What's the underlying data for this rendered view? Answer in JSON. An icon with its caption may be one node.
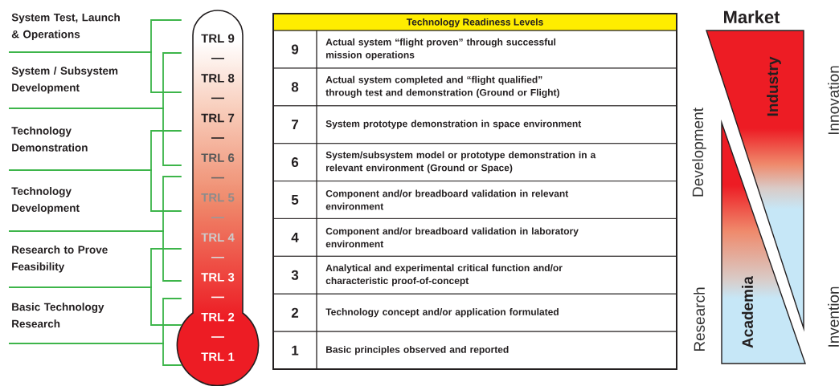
{
  "diagram": {
    "nodes": [
      {
        "text": [
          "System Test, Launch & Operations"
        ]
      },
      {
        "text": [
          "System / Subsystem Development"
        ]
      },
      {
        "text": [
          "Technology Demonstration"
        ]
      },
      {
        "text": [
          "Technology Development"
        ]
      },
      {
        "text": [
          "Research to Prove Feasibility"
        ]
      },
      {
        "text": [
          "Basic Technology Research"
        ]
      },
      {
        "text": [],
        "shape": "thermometer"
      },
      {
        "text": [
          "TRL 9"
        ],
        "in": 6
      },
      {
        "text": [
          "TRL 8"
        ],
        "in": 6
      },
      {
        "text": [
          "TRL 7"
        ],
        "in": 6
      },
      {
        "text": [
          "TRL 6"
        ],
        "in": 6
      },
      {
        "text": [
          "TRL 5"
        ],
        "in": 6
      },
      {
        "text": [
          "TRL 4"
        ],
        "in": 6
      },
      {
        "text": [
          "TRL 3"
        ],
        "in": 6
      },
      {
        "text": [
          "TRL 2"
        ],
        "in": 6
      },
      {
        "text": [
          "TRL 1"
        ],
        "in": 6
      },
      {
        "text": [
          "Industry"
        ]
      },
      {
        "text": [
          "Academia"
        ]
      }
    ],
    "edges": [
      {
        "from": 0,
        "to": 7,
        "arrow": "none"
      },
      {
        "from": 0,
        "to": 8,
        "arrow": "none"
      },
      {
        "from": 1,
        "to": 7,
        "arrow": "none"
      },
      {
        "from": 1,
        "to": 10,
        "arrow": "none"
      },
      {
        "from": 2,
        "to": 9,
        "arrow": "none"
      },
      {
        "from": 2,
        "to": 11,
        "arrow": "none"
      },
      {
        "from": 3,
        "to": 10,
        "arrow": "none"
      },
      {
        "from": 3,
        "to": 13,
        "arrow": "none"
      },
      {
        "from": 4,
        "to": 12,
        "arrow": "none"
      },
      {
        "from": 4,
        "to": 14,
        "arrow": "none"
      },
      {
        "from": 5,
        "to": 14,
        "arrow": "none"
      },
      {
        "from": 5,
        "to": 15,
        "arrow": "none"
      }
    ],
    "labels": [
      "Technology Readiness Levels",
      "9",
      "Actual system “flight proven” through successful mission operations",
      "8",
      "Actual system completed and “flight qualified” through test and demonstration (Ground or Flight)",
      "7",
      "System prototype demonstration in space environment",
      "6",
      "System/subsystem model or prototype demonstration in a relevant environment (Ground or Space)",
      "5",
      "Component and/or breadboard validation in relevant environment",
      "4",
      "Component and/or breadboard validation in laboratory environment",
      "3",
      "Analytical and experimental critical function and/or characteristic proof-of-concept",
      "2",
      "Technology concept and/or application formulated",
      "1",
      "Basic principles observed and reported",
      "Market",
      "Development",
      "Research",
      "Innovation",
      "Invention"
    ]
  }
}
